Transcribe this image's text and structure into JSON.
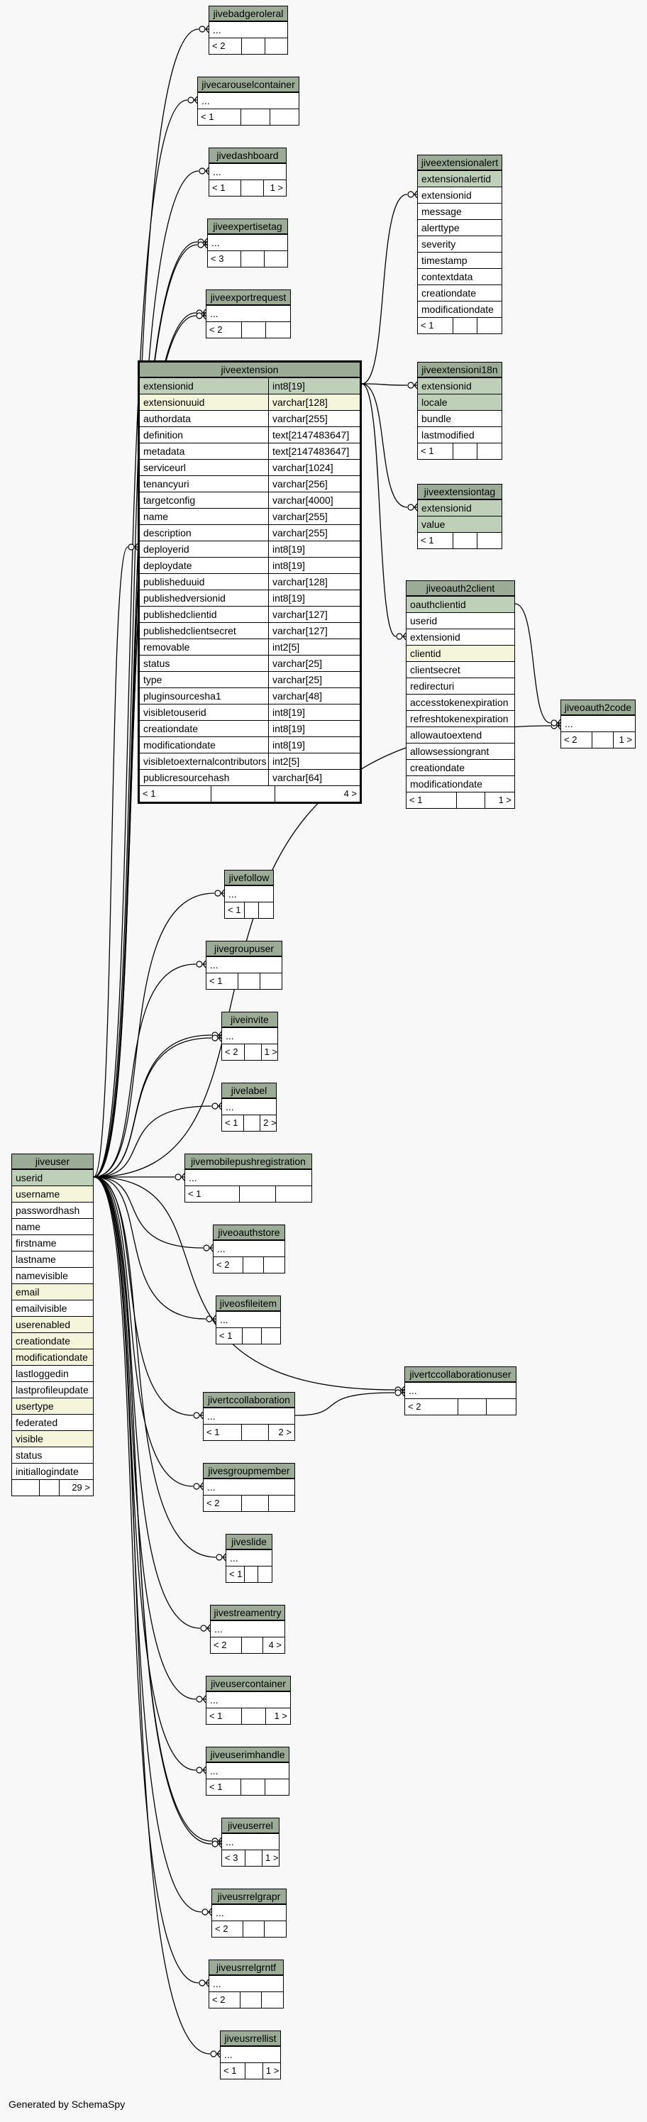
{
  "generated_by": "Generated by SchemaSpy",
  "colors": {
    "title_bg": "#9bab96",
    "pk_bg": "#bed1b8",
    "index_bg": "#f5f5dc",
    "edge": "#000000"
  },
  "tables": [
    {
      "id": "jivebadgeroleral",
      "rows": [
        {
          "n": "..."
        }
      ],
      "foot": [
        "< 2",
        "",
        ""
      ]
    },
    {
      "id": "jivecarouselcontainer",
      "rows": [
        {
          "n": "..."
        }
      ],
      "foot": [
        "< 1",
        "",
        ""
      ]
    },
    {
      "id": "jivedashboard",
      "rows": [
        {
          "n": "..."
        }
      ],
      "foot": [
        "< 1",
        "",
        "1 >"
      ]
    },
    {
      "id": "jiveexpertisetag",
      "rows": [
        {
          "n": "..."
        }
      ],
      "foot": [
        "< 3",
        "",
        ""
      ]
    },
    {
      "id": "jiveexportrequest",
      "rows": [
        {
          "n": "..."
        }
      ],
      "foot": [
        "< 2",
        "",
        ""
      ]
    },
    {
      "id": "jiveextension",
      "big": true,
      "rows": [
        {
          "n": "extensionid",
          "t": "int8[19]",
          "k": "pk"
        },
        {
          "n": "extensionuuid",
          "t": "varchar[128]",
          "k": "idx"
        },
        {
          "n": "authordata",
          "t": "varchar[255]"
        },
        {
          "n": "definition",
          "t": "text[2147483647]"
        },
        {
          "n": "metadata",
          "t": "text[2147483647]"
        },
        {
          "n": "serviceurl",
          "t": "varchar[1024]"
        },
        {
          "n": "tenancyuri",
          "t": "varchar[256]"
        },
        {
          "n": "targetconfig",
          "t": "varchar[4000]"
        },
        {
          "n": "name",
          "t": "varchar[255]"
        },
        {
          "n": "description",
          "t": "varchar[255]"
        },
        {
          "n": "deployerid",
          "t": "int8[19]"
        },
        {
          "n": "deploydate",
          "t": "int8[19]"
        },
        {
          "n": "publisheduuid",
          "t": "varchar[128]"
        },
        {
          "n": "publishedversionid",
          "t": "int8[19]"
        },
        {
          "n": "publishedclientid",
          "t": "varchar[127]"
        },
        {
          "n": "publishedclientsecret",
          "t": "varchar[127]"
        },
        {
          "n": "removable",
          "t": "int2[5]"
        },
        {
          "n": "status",
          "t": "varchar[25]"
        },
        {
          "n": "type",
          "t": "varchar[25]"
        },
        {
          "n": "pluginsourcesha1",
          "t": "varchar[48]"
        },
        {
          "n": "visibletouserid",
          "t": "int8[19]"
        },
        {
          "n": "creationdate",
          "t": "int8[19]"
        },
        {
          "n": "modificationdate",
          "t": "int8[19]"
        },
        {
          "n": "visibletoexternalcontributors",
          "t": "int2[5]"
        },
        {
          "n": "publicresourcehash",
          "t": "varchar[64]"
        }
      ],
      "foot": [
        "< 1",
        "",
        "4 >"
      ]
    },
    {
      "id": "jiveextensionalert",
      "rows": [
        {
          "n": "extensionalertid",
          "k": "pk"
        },
        {
          "n": "extensionid"
        },
        {
          "n": "message"
        },
        {
          "n": "alerttype"
        },
        {
          "n": "severity"
        },
        {
          "n": "timestamp"
        },
        {
          "n": "contextdata"
        },
        {
          "n": "creationdate"
        },
        {
          "n": "modificationdate"
        }
      ],
      "foot": [
        "< 1",
        "",
        ""
      ]
    },
    {
      "id": "jiveextensioni18n",
      "rows": [
        {
          "n": "extensionid",
          "k": "pk"
        },
        {
          "n": "locale",
          "k": "pk"
        },
        {
          "n": "bundle"
        },
        {
          "n": "lastmodified"
        }
      ],
      "foot": [
        "< 1",
        "",
        ""
      ]
    },
    {
      "id": "jiveextensiontag",
      "rows": [
        {
          "n": "extensionid",
          "k": "pk"
        },
        {
          "n": "value",
          "k": "pk"
        }
      ],
      "foot": [
        "< 1",
        "",
        ""
      ]
    },
    {
      "id": "jiveoauth2client",
      "rows": [
        {
          "n": "oauthclientid",
          "k": "pk"
        },
        {
          "n": "userid"
        },
        {
          "n": "extensionid"
        },
        {
          "n": "clientid",
          "k": "idx"
        },
        {
          "n": "clientsecret"
        },
        {
          "n": "redirecturi"
        },
        {
          "n": "accesstokenexpiration"
        },
        {
          "n": "refreshtokenexpiration"
        },
        {
          "n": "allowautoextend"
        },
        {
          "n": "allowsessiongrant"
        },
        {
          "n": "creationdate"
        },
        {
          "n": "modificationdate"
        }
      ],
      "foot": [
        "< 1",
        "",
        "1 >"
      ]
    },
    {
      "id": "jiveoauth2code",
      "rows": [
        {
          "n": "..."
        }
      ],
      "foot": [
        "< 2",
        "",
        "1 >"
      ]
    },
    {
      "id": "jivefollow",
      "rows": [
        {
          "n": "..."
        }
      ],
      "foot": [
        "< 1",
        "",
        ""
      ]
    },
    {
      "id": "jivegroupuser",
      "rows": [
        {
          "n": "..."
        }
      ],
      "foot": [
        "< 1",
        "",
        ""
      ]
    },
    {
      "id": "jiveinvite",
      "rows": [
        {
          "n": "..."
        }
      ],
      "foot": [
        "< 2",
        "",
        "1 >"
      ]
    },
    {
      "id": "jivelabel",
      "rows": [
        {
          "n": "..."
        }
      ],
      "foot": [
        "< 1",
        "",
        "2 >"
      ]
    },
    {
      "id": "jivemobilepushregistration",
      "rows": [
        {
          "n": "..."
        }
      ],
      "foot": [
        "< 1",
        "",
        ""
      ]
    },
    {
      "id": "jiveoauthstore",
      "rows": [
        {
          "n": "..."
        }
      ],
      "foot": [
        "< 2",
        "",
        ""
      ]
    },
    {
      "id": "jiveosfileitem",
      "rows": [
        {
          "n": "..."
        }
      ],
      "foot": [
        "< 1",
        "",
        ""
      ]
    },
    {
      "id": "jivertccollaborationuser",
      "rows": [
        {
          "n": "..."
        }
      ],
      "foot": [
        "< 2",
        "",
        ""
      ]
    },
    {
      "id": "jivertccollaboration",
      "rows": [
        {
          "n": "..."
        }
      ],
      "foot": [
        "< 1",
        "",
        "2 >"
      ]
    },
    {
      "id": "jivesgroupmember",
      "rows": [
        {
          "n": "..."
        }
      ],
      "foot": [
        "< 2",
        "",
        ""
      ]
    },
    {
      "id": "jiveslide",
      "rows": [
        {
          "n": "..."
        }
      ],
      "foot": [
        "< 1",
        "",
        ""
      ]
    },
    {
      "id": "jivestreamentry",
      "rows": [
        {
          "n": "..."
        }
      ],
      "foot": [
        "< 2",
        "",
        "4 >"
      ]
    },
    {
      "id": "jiveusercontainer",
      "rows": [
        {
          "n": "..."
        }
      ],
      "foot": [
        "< 1",
        "",
        "1 >"
      ]
    },
    {
      "id": "jiveuserimhandle",
      "rows": [
        {
          "n": "..."
        }
      ],
      "foot": [
        "< 1",
        "",
        ""
      ]
    },
    {
      "id": "jiveuserrel",
      "rows": [
        {
          "n": "..."
        }
      ],
      "foot": [
        "< 3",
        "",
        "1 >"
      ]
    },
    {
      "id": "jiveusrrelgrapr",
      "rows": [
        {
          "n": "..."
        }
      ],
      "foot": [
        "< 2",
        "",
        ""
      ]
    },
    {
      "id": "jiveusrrelgrntf",
      "rows": [
        {
          "n": "..."
        }
      ],
      "foot": [
        "< 2",
        "",
        ""
      ]
    },
    {
      "id": "jiveusrrellist",
      "rows": [
        {
          "n": "..."
        }
      ],
      "foot": [
        "< 1",
        "",
        "1 >"
      ]
    },
    {
      "id": "jiveuser",
      "rows": [
        {
          "n": "userid",
          "k": "pk"
        },
        {
          "n": "username",
          "k": "idx"
        },
        {
          "n": "passwordhash"
        },
        {
          "n": "name"
        },
        {
          "n": "firstname"
        },
        {
          "n": "lastname"
        },
        {
          "n": "namevisible"
        },
        {
          "n": "email",
          "k": "idx"
        },
        {
          "n": "emailvisible"
        },
        {
          "n": "userenabled",
          "k": "idx"
        },
        {
          "n": "creationdate",
          "k": "idx"
        },
        {
          "n": "modificationdate",
          "k": "idx"
        },
        {
          "n": "lastloggedin"
        },
        {
          "n": "lastprofileupdate"
        },
        {
          "n": "usertype",
          "k": "idx"
        },
        {
          "n": "federated"
        },
        {
          "n": "visible",
          "k": "idx"
        },
        {
          "n": "status"
        },
        {
          "n": "initiallogindate"
        }
      ],
      "foot": [
        "",
        "",
        "29 >"
      ]
    }
  ]
}
